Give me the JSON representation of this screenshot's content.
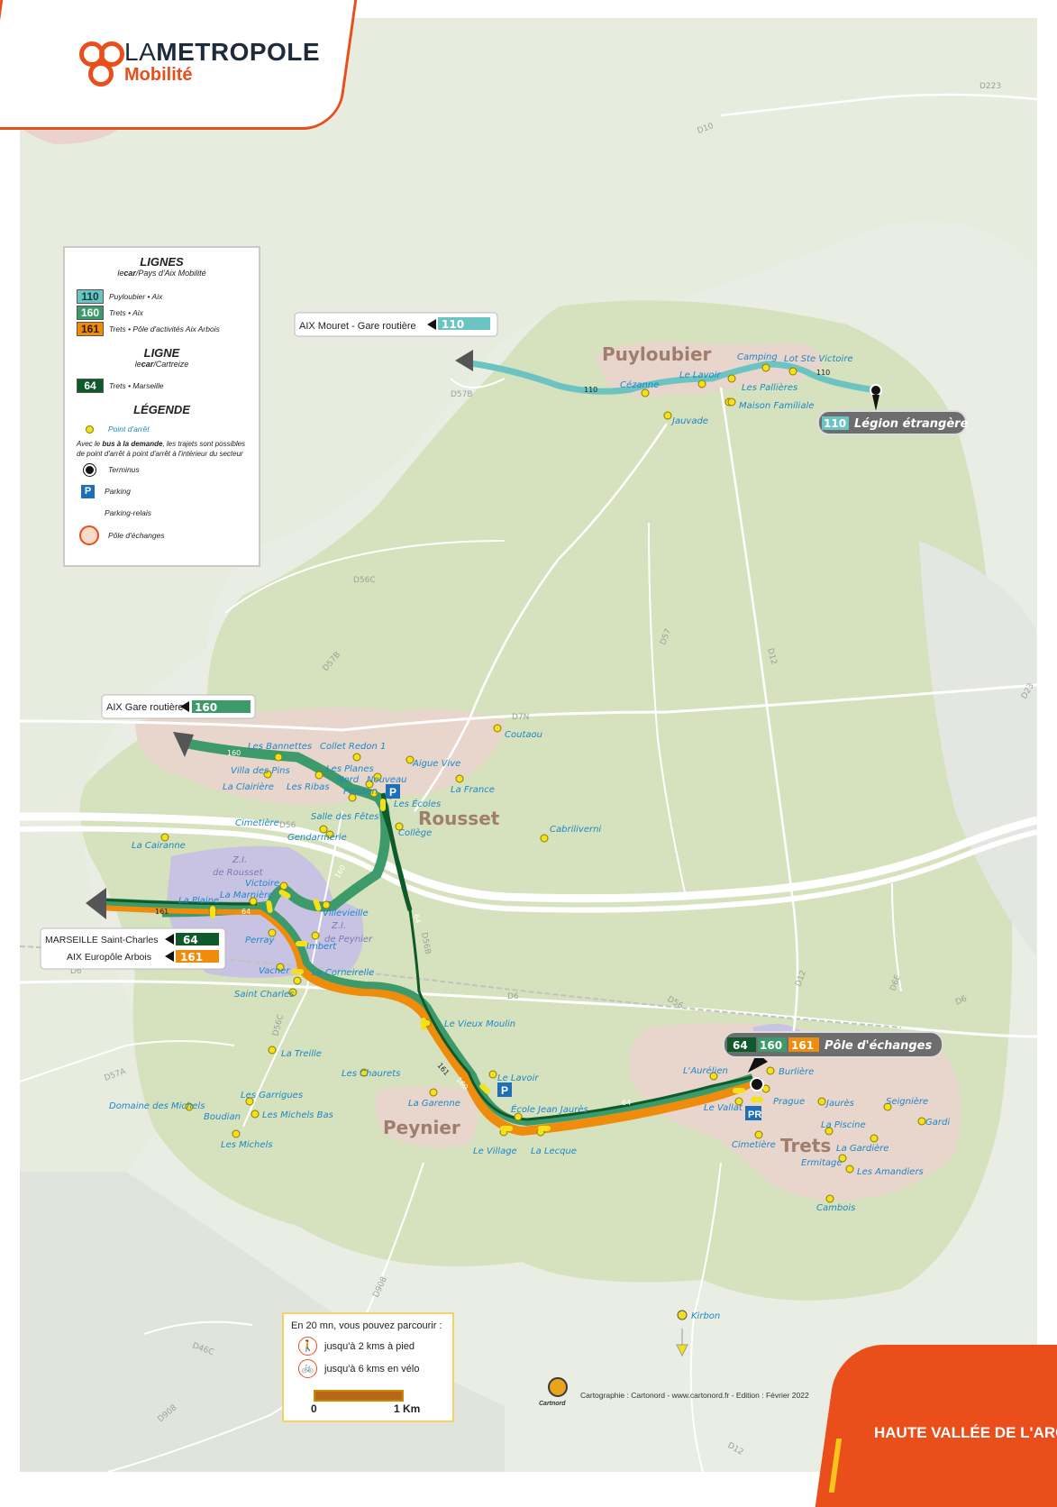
{
  "logo": {
    "brand_la": "LA",
    "brand_metropole": "METROPOLE",
    "brand_sub": "Mobilité"
  },
  "colors": {
    "line110": "#6cc4c2",
    "line160": "#3d9a6a",
    "line161": "#f08c0c",
    "line64": "#0f5a2a",
    "stop": "#f5e11a",
    "accent": "#e94e1b"
  },
  "legend": {
    "title_lignes": "LIGNES",
    "sub_lignes_a": "le",
    "sub_lignes_b": "car",
    "sub_lignes_c": "/Pays d'Aix Mobilité",
    "lines": [
      {
        "num": "110",
        "text": "Puyloubier • Aix"
      },
      {
        "num": "160",
        "text": "Trets • Aix"
      },
      {
        "num": "161",
        "text": "Trets • Pôle d'activités Aix Arbois"
      }
    ],
    "title_ligne": "LIGNE",
    "sub_ligne_a": "le",
    "sub_ligne_b": "car",
    "sub_ligne_c": "/Cartreize",
    "line64": {
      "num": "64",
      "text": "Trets • Marseille"
    },
    "title_legende": "LÉGENDE",
    "stop_label": "Point d'arrêt",
    "demand_1a": "Avec le ",
    "demand_1b": "bus à la demande",
    "demand_1c": ", les trajets sont possibles",
    "demand_2": "de point d'arrêt à point d'arrêt à l'intérieur du secteur",
    "terminus": "Terminus",
    "parking": "Parking",
    "parking_relais": "Parking-relais",
    "pole": "Pôle d'échanges"
  },
  "destinations": {
    "aix_mouret": {
      "text": "AIX Mouret - Gare routière",
      "num": "110"
    },
    "legion": {
      "num": "110",
      "text": "Légion étrangère"
    },
    "aix_gare": {
      "text": "AIX Gare routière",
      "num": "160"
    },
    "marseille": {
      "text": "MARSEILLE Saint-Charles",
      "num": "64"
    },
    "arbois": {
      "text": "AIX Europôle Arbois",
      "num": "161"
    },
    "pole": {
      "n1": "64",
      "n2": "160",
      "n3": "161",
      "text": "Pôle d'échanges"
    }
  },
  "towns": {
    "puyloubier": "Puyloubier",
    "rousset": "Rousset",
    "peynier": "Peynier",
    "trets": "Trets"
  },
  "zones": {
    "zi_rousset_1": "Z.I.",
    "zi_rousset_2": "de Rousset",
    "zi_peynier_1": "Z.I.",
    "zi_peynier_2": "de Peynier"
  },
  "roads": {
    "d223": "D223",
    "d10": "D10",
    "d57b": "D57B",
    "d56c": "D56C",
    "d57b_2": "D57B",
    "d57": "D57",
    "d12": "D12",
    "d23": "D23",
    "d7n": "D7N",
    "d56": "D56",
    "d56b": "D56B",
    "d56c_2": "D56C",
    "d6": "D6",
    "d56_2": "D56",
    "d12_2": "D12",
    "d6e": "D6E",
    "d6_2": "D6",
    "d57a": "D57A",
    "d908": "D908",
    "d46c": "D46C",
    "d908_2": "D908",
    "d12_3": "D12",
    "d6_3": "D6"
  },
  "route_labels": {
    "r110a": "110",
    "r110b": "110",
    "r160a": "160",
    "r160b": "160",
    "r160c": "160",
    "r64a": "64",
    "r64b": "64",
    "r64c": "64",
    "r161a": "161",
    "r161b": "161",
    "r64d": "64"
  },
  "stops": {
    "cezanne": "Cézanne",
    "le_lavoir_p": "Le Lavoir",
    "camping": "Camping",
    "lot_ste_victoire": "Lot Ste Victoire",
    "les_pallieres": "Les Pallières",
    "maison_familiale": "Maison Familiale",
    "jauvade": "Jauvade",
    "les_bannettes": "Les Bannettes",
    "collet_redon": "Collet Redon 1",
    "villa_des_pins": "Villa des Pins",
    "les_planes": "Les Planes",
    "aigue_vive": "Aigue Vive",
    "la_clairiere": "La Clairière",
    "les_ribas": "Les Ribas",
    "nord": "Nord",
    "nouveau": "Nouveau",
    "peisson": "Peisson",
    "la_france": "La France",
    "les_ecoles": "Les Écoles",
    "coutaou": "Coutaou",
    "cimetiere_r": "Cimetière",
    "salle_des_fetes": "Salle des Fêtes",
    "gendarmerie": "Gendarmerie",
    "college": "Collège",
    "cabriliverni": "Cabriliverni",
    "la_cairanne": "La Cairanne",
    "victoire": "Victoire",
    "la_marniere": "La Marnière",
    "la_plaine": "La Plaine",
    "villevieille": "Villevieille",
    "perray": "Perray",
    "imbert": "Imbert",
    "vacher": "Vacher",
    "la_corneirelle": "La Corneirelle",
    "saint_charles": "Saint Charles",
    "la_treille": "La Treille",
    "les_garrigues": "Les Garrigues",
    "domaine_des_michels": "Domaine des Michels",
    "boudian": "Boudian",
    "les_michels_bas": "Les Michels Bas",
    "les_michels": "Les Michels",
    "les_chaurets": "Les Chaurets",
    "la_garenne": "La Garenne",
    "le_vieux_moulin": "Le Vieux Moulin",
    "le_lavoir_pe": "Le Lavoir",
    "ecole_jean_jaures": "École Jean Jaurès",
    "le_village": "Le Village",
    "la_lecque": "La Lecque",
    "laurelien": "L'Aurélien",
    "burliere": "Burlière",
    "le_vallat": "Le Vallat",
    "pragues": "Prague",
    "jaures": "Jaurès",
    "seigniere": "Seignière",
    "la_piscine": "La Piscine",
    "gardi": "Gardi",
    "cimetiere_t": "Cimetière",
    "la_gardiere": "La Gardière",
    "ermitage": "Ermitage",
    "les_amandiers": "Les Amandiers",
    "cambois": "Cambois",
    "kirbon": "Kirbon"
  },
  "scale": {
    "title": "En 20 mn, vous pouvez parcourir :",
    "walk": "jusqu'à 2 kms à pied",
    "bike": "jusqu'à 6 kms en vélo",
    "zero": "0",
    "one": "1 Km"
  },
  "credits": {
    "logo": "Cartnord",
    "text": "Cartographie : Cartonord - www.cartonord.fr - Edition : Février 2022"
  },
  "footer": {
    "title": "HAUTE VALLÉE DE L'ARC"
  }
}
